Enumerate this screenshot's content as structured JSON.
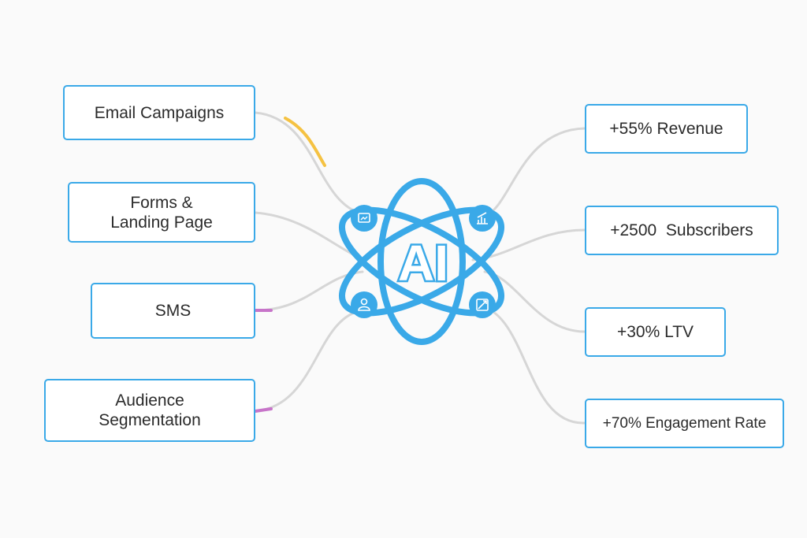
{
  "center": {
    "label": "AI",
    "color": "#3aa9e8"
  },
  "inputs": [
    {
      "label": "Email Campaigns",
      "accent": "#f5c242"
    },
    {
      "label": "Forms &\nLanding Page",
      "accent": ""
    },
    {
      "label": "SMS",
      "accent": "#c774c9"
    },
    {
      "label": "Audience\nSegmentation",
      "accent": "#c774c9"
    }
  ],
  "outcomes": [
    {
      "label": "+55% Revenue"
    },
    {
      "label": "+2500  Subscribers"
    },
    {
      "label": "+30% LTV"
    },
    {
      "label": "+70% Engagement Rate"
    }
  ],
  "orbit_icons": [
    "dashboard-icon",
    "chart-icon",
    "user-icon",
    "growth-icon"
  ],
  "colors": {
    "border": "#3aa9e8",
    "connector": "#d6d6d6",
    "text": "#2b2b2b",
    "background": "#fafafa"
  }
}
